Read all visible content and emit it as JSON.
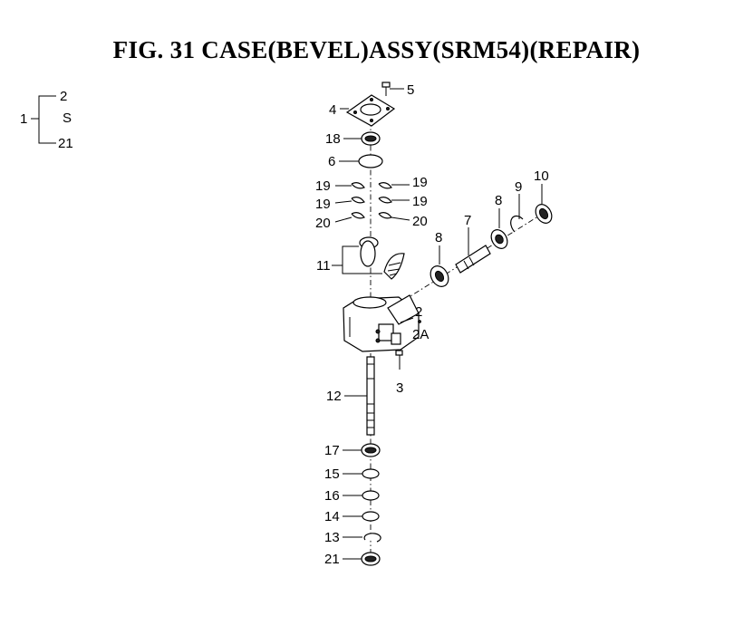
{
  "title": "FIG. 31  CASE(BEVEL)ASSY(SRM54)(REPAIR)",
  "legend": {
    "parent": "1",
    "first": "2",
    "range_mark": "S",
    "last": "21"
  },
  "parts": {
    "p5": "5",
    "p4": "4",
    "p18": "18",
    "p6": "6",
    "p19a": "19",
    "p19b": "19",
    "p19c": "19",
    "p19d": "19",
    "p20a": "20",
    "p20b": "20",
    "p11": "11",
    "p8a": "8",
    "p7": "7",
    "p8b": "8",
    "p9": "9",
    "p10": "10",
    "p2": "2",
    "p2A": "2A",
    "p3": "3",
    "p12": "12",
    "p17": "17",
    "p15": "15",
    "p16": "16",
    "p14": "14",
    "p13": "13",
    "p21": "21"
  }
}
